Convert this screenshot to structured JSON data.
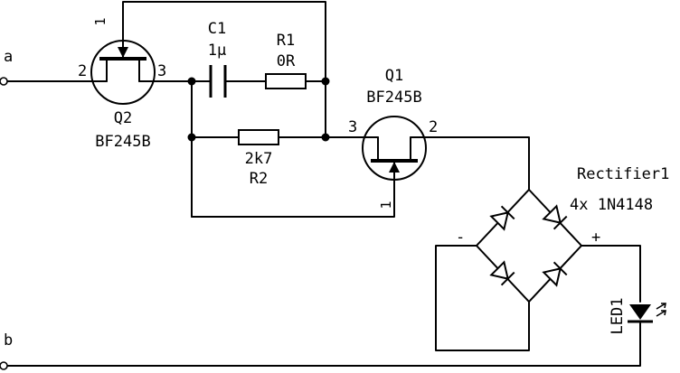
{
  "terminals": {
    "a": "a",
    "b": "b"
  },
  "q2": {
    "ref": "Q2",
    "value": "BF245B",
    "pin_gate": "1",
    "pin_left": "2",
    "pin_right": "3"
  },
  "q1": {
    "ref": "Q1",
    "value": "BF245B",
    "pin_gate": "1",
    "pin_left": "3",
    "pin_right": "2"
  },
  "c1": {
    "ref": "C1",
    "value": "1µ"
  },
  "r1": {
    "ref": "R1",
    "value": "0R"
  },
  "r2": {
    "ref": "R2",
    "value": "2k7"
  },
  "rectifier": {
    "ref": "Rectifier1",
    "value": "4x 1N4148",
    "minus": "-",
    "plus": "+"
  },
  "led": {
    "ref": "LED1"
  }
}
